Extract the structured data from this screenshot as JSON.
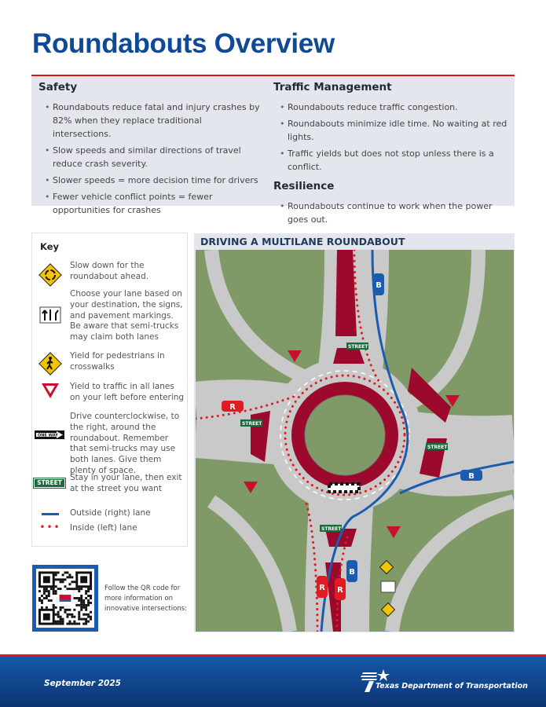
{
  "title": "Roundabouts Overview",
  "safety": {
    "heading": "Safety",
    "items": [
      "Roundabouts reduce fatal and injury crashes by 82% when they replace traditional intersections.",
      "Slow speeds and similar directions of travel reduce crash severity.",
      "Slower speeds = more decision time for drivers",
      "Fewer vehicle conflict points = fewer opportunities for crashes"
    ]
  },
  "traffic": {
    "heading": "Traffic Management",
    "items": [
      "Roundabouts reduce traffic congestion.",
      "Roundabouts minimize idle time. No waiting at red lights.",
      "Traffic yields but does not stop unless there is a conflict."
    ]
  },
  "resilience": {
    "heading": "Resilience",
    "items": [
      "Roundabouts continue to work when the power goes out."
    ]
  },
  "key": {
    "heading": "Key",
    "items": [
      {
        "icon": "roundabout-warning-sign-icon",
        "text": "Slow down for the roundabout ahead."
      },
      {
        "icon": "lane-use-sign-icon",
        "text": "Choose your lane based on your destination, the signs, and pavement markings. Be aware that semi-trucks may claim both lanes"
      },
      {
        "icon": "pedestrian-crossing-sign-icon",
        "text": "Yield for pedestrians in crosswalks"
      },
      {
        "icon": "yield-sign-icon",
        "text": "Yield to traffic in all lanes on your left before entering"
      },
      {
        "icon": "one-way-sign-icon",
        "text": "Drive counterclockwise, to the right, around the roundabout. Remember that semi-trucks may use both lanes.  Give them plenty of space.",
        "sign": "ONE WAY"
      },
      {
        "icon": "street-sign-icon",
        "text": "Stay in your lane, then exit at the street you want",
        "sign": "STREET"
      },
      {
        "icon": "blue-line-icon",
        "text": "Outside (right) lane"
      },
      {
        "icon": "red-dots-icon",
        "text": "Inside (left) lane"
      }
    ]
  },
  "qr": {
    "text": "Follow the QR code for more information on innovative intersections:"
  },
  "map": {
    "heading": "DRIVING A MULTILANE ROUNDABOUT",
    "street_label": "STREET",
    "car_outside": "B",
    "car_inside": "R"
  },
  "colors": {
    "brand_blue": "#0f4a96",
    "accent_red": "#d7191c",
    "outside_lane": "#1b5bb0",
    "inside_lane": "#e01b22",
    "island": "#9b0a2c",
    "grass": "#7f9a67",
    "road": "#c9c9c9"
  },
  "footer": {
    "date": "September 2025",
    "org": "Texas Department of Transportation"
  }
}
